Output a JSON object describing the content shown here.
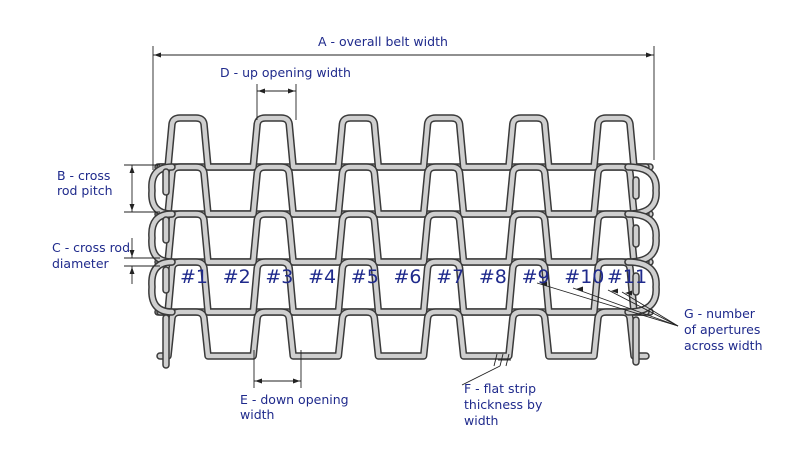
{
  "labels": {
    "a": "A - overall belt width",
    "d": "D - up opening width",
    "b1": "B - cross",
    "b2": "rod pitch",
    "c1": "C - cross rod",
    "c2": "diameter",
    "e1": "E - down opening",
    "e2": "width",
    "f1": "F - flat strip",
    "f2": "thickness by",
    "f3": "width",
    "g1": "G - number",
    "g2": "of apertures",
    "g3": "across width"
  },
  "apertures": [
    "#1",
    "#2",
    "#3",
    "#4",
    "#5",
    "#6",
    "#7",
    "#8",
    "#9",
    "#10",
    "#11"
  ],
  "colors": {
    "label": "#1f2a8c",
    "wire_edge": "#3a3a3a",
    "wire_fill": "#cfcfcf"
  }
}
